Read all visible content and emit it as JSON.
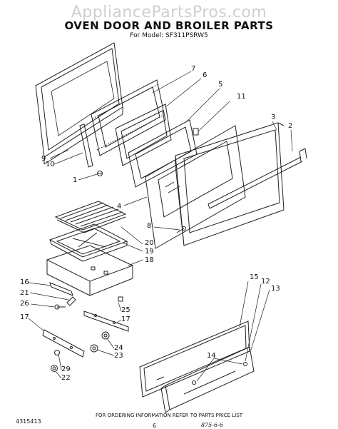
{
  "watermark": "AppliancePartsPros.com",
  "title": "OVEN DOOR AND BROILER PARTS",
  "subtitle": "For Model: SF311PSRW5",
  "callouts": [
    "7",
    "6",
    "5",
    "11",
    "3",
    "2",
    "9",
    "10",
    "1",
    "4",
    "8",
    "20",
    "19",
    "18",
    "16",
    "21",
    "26",
    "17",
    "25",
    "17",
    "15",
    "12",
    "13",
    "14",
    "24",
    "23",
    "29",
    "22"
  ],
  "footer": "FOR ORDERING INFORMATION REFER TO PARTS PRICE LIST",
  "part_number": "4315413",
  "page_number": "6",
  "handwritten_note": "875-6-6"
}
